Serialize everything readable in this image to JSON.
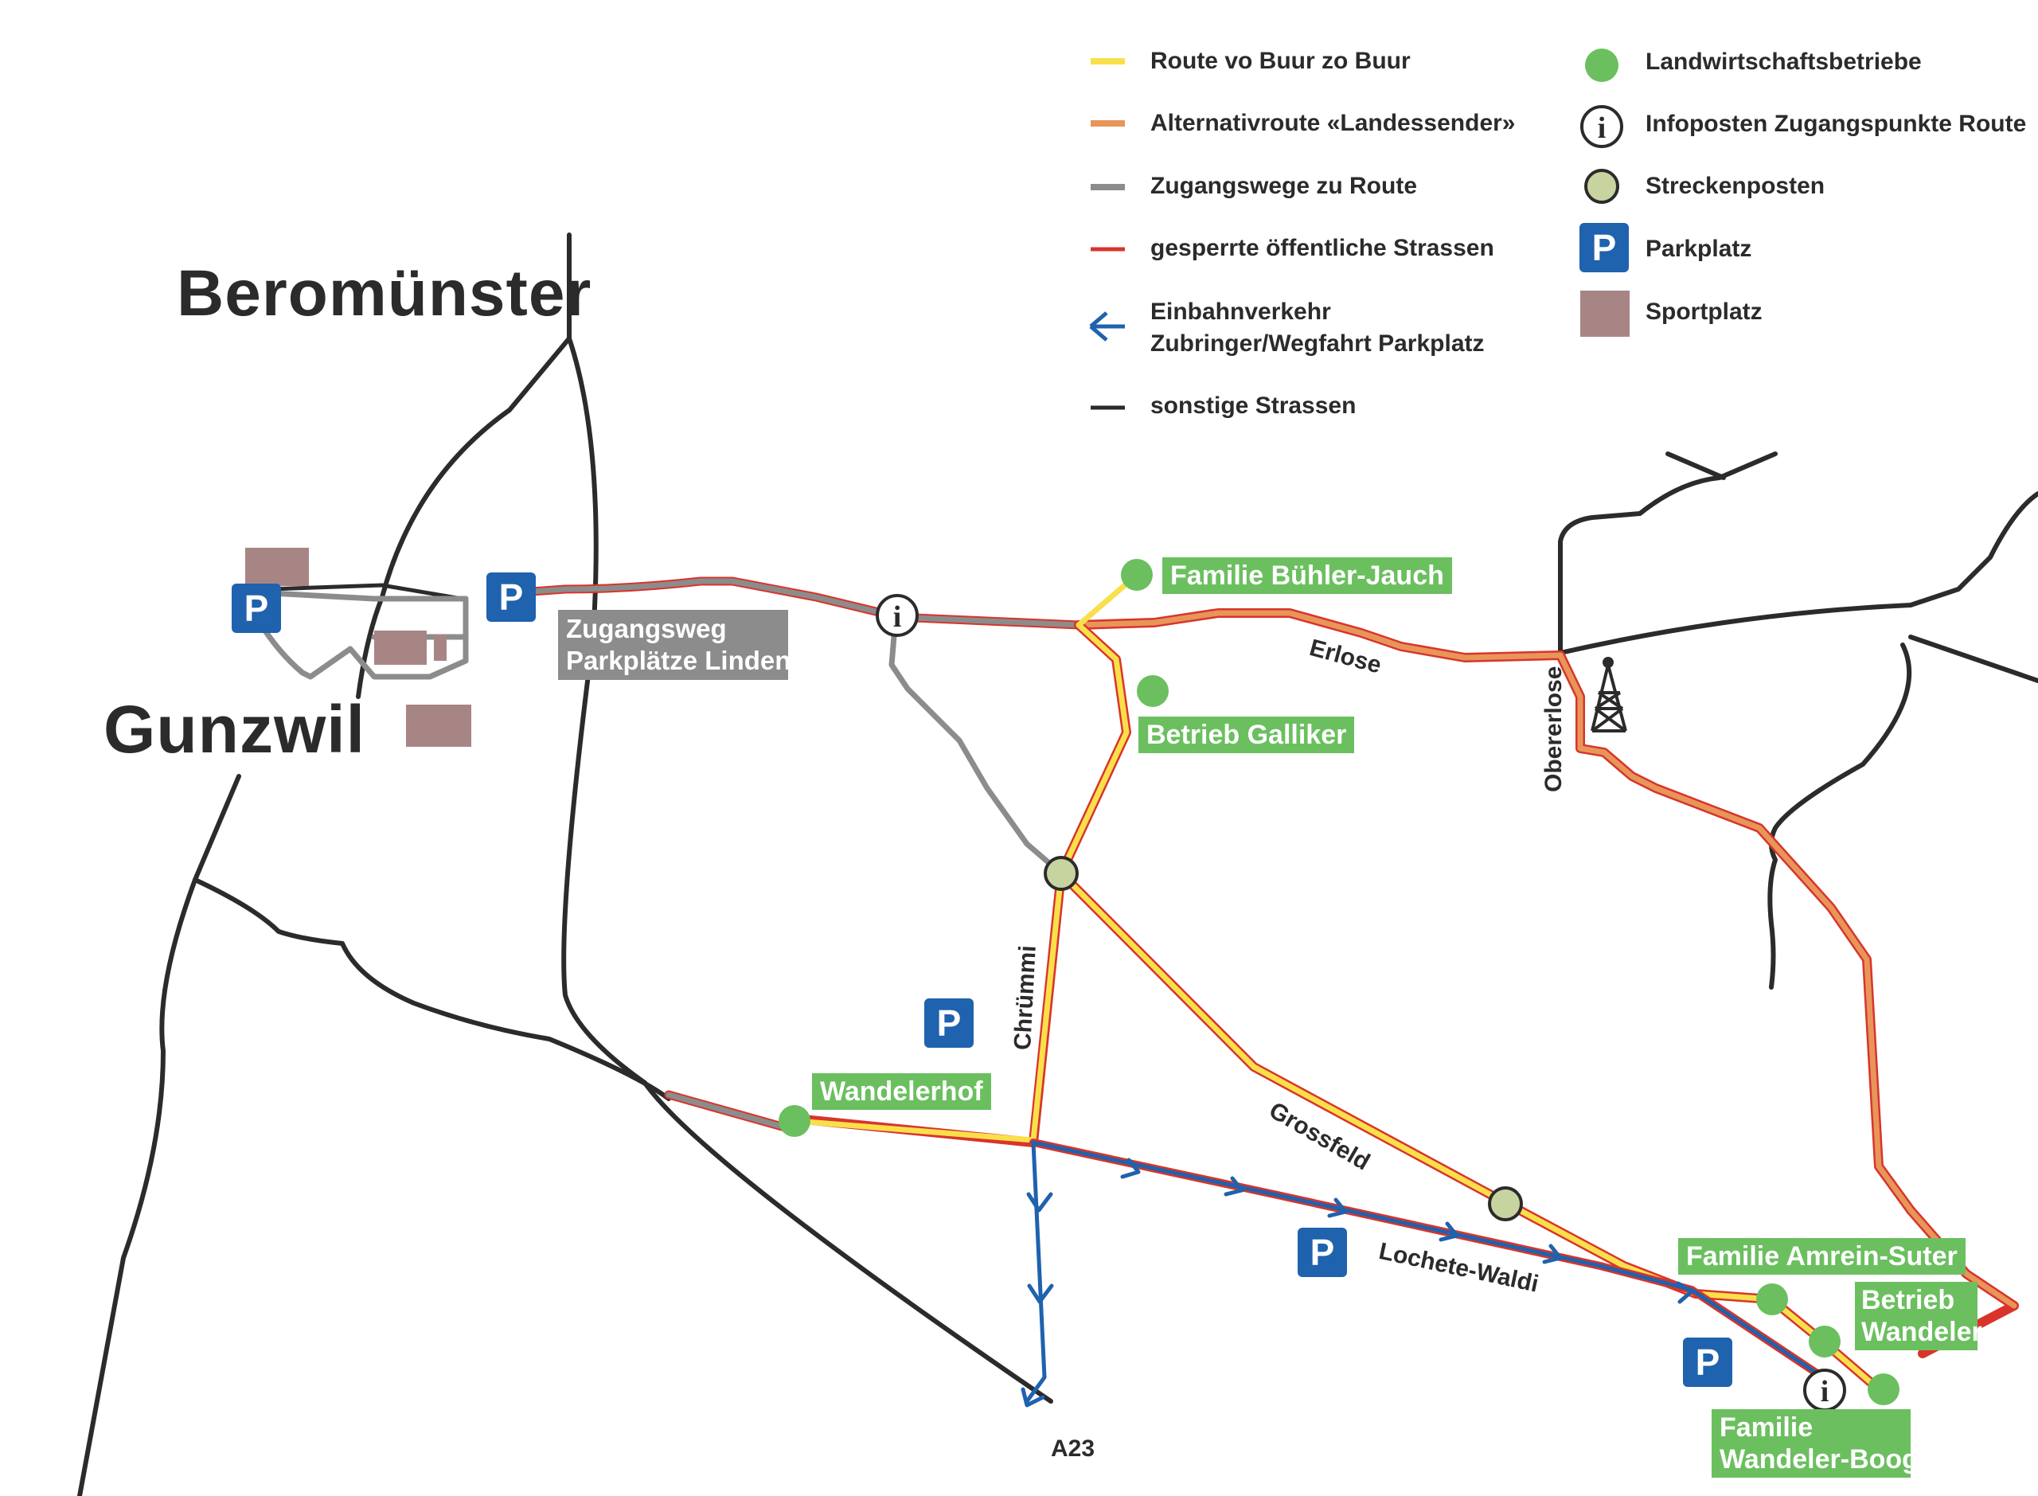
{
  "towns": {
    "beromuenster": "Beromünster",
    "gunzwil": "Gunzwil"
  },
  "legend": {
    "route": "Route vo Buur zo Buur",
    "alt_route": "Alternativroute «Landessender»",
    "access": "Zugangswege zu Route",
    "closed": "gesperrte öffentliche Strassen",
    "oneway_line1": "Einbahnverkehr",
    "oneway_line2": "Zubringer/Wegfahrt Parkplatz",
    "other": "sonstige Strassen",
    "farms": "Landwirtschaftsbetriebe",
    "info": "Infoposten Zugangspunkte Route",
    "post": "Streckenposten",
    "parking": "Parkplatz",
    "sport": "Sportplatz"
  },
  "labels": {
    "buehler": "Familie Bühler-Jauch",
    "galliker": "Betrieb Galliker",
    "wandelerhof": "Wandelerhof",
    "amrein": "Familie Amrein-Suter",
    "betrieb_wandeler_1": "Betrieb",
    "betrieb_wandeler_2": "Wandeler",
    "wandeler_boog_1": "Familie",
    "wandeler_boog_2": "Wandeler-Boog",
    "zugangsweg_1": "Zugangsweg",
    "zugangsweg_2": "Parkplätze Linden"
  },
  "streets": {
    "erlose": "Erlose",
    "obererlose": "Obererlose",
    "chruemmi": "Chrümmi",
    "grossfeld": "Grossfeld",
    "lochete": "Lochete-Waldi",
    "a23": "A23"
  },
  "symbols": {
    "parking_letter": "P",
    "info_letter": "i"
  },
  "colors": {
    "route": "#f9e04b",
    "alt_route": "#e8955a",
    "access": "#8c8c8c",
    "closed": "#d9342b",
    "oneway": "#1f62ad",
    "other": "#2b2b2b",
    "farm": "#6bbf5f",
    "post": "#c8d4a0",
    "parking": "#1f62ad",
    "sport": "#a88585"
  }
}
